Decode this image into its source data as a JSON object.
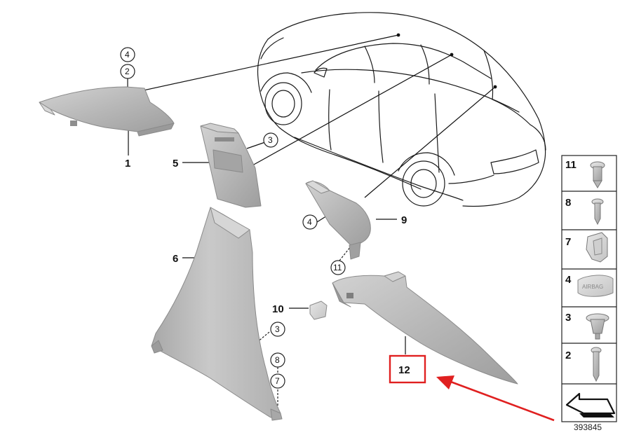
{
  "diagram": {
    "part_labels": {
      "p1": "1",
      "p5": "5",
      "p6": "6",
      "p9": "9",
      "p10": "10",
      "p12": "12"
    },
    "circle_labels": {
      "c4a": "4",
      "c2": "2",
      "c3a": "3",
      "c4b": "4",
      "c11": "11",
      "c3b": "3",
      "c8": "8",
      "c7": "7"
    },
    "legend": [
      "11",
      "8",
      "7",
      "4",
      "3",
      "2"
    ],
    "clip_text": "AIRBAG",
    "image_id": "393845",
    "highlight_color": "#e02020",
    "part_fill": "#bdbdbd"
  }
}
